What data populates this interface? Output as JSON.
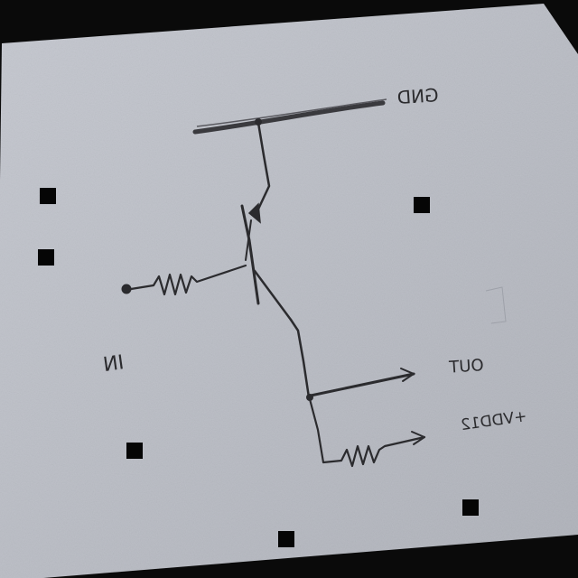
{
  "labels": {
    "gnd": "GND",
    "input": "IN",
    "output": "OUT",
    "supply": "+VDD12"
  },
  "colors": {
    "paper": "#b9bcc4",
    "paper_edge": "#c7cad2",
    "ink": "#2b2b2e",
    "background": "#0a0a0a"
  }
}
